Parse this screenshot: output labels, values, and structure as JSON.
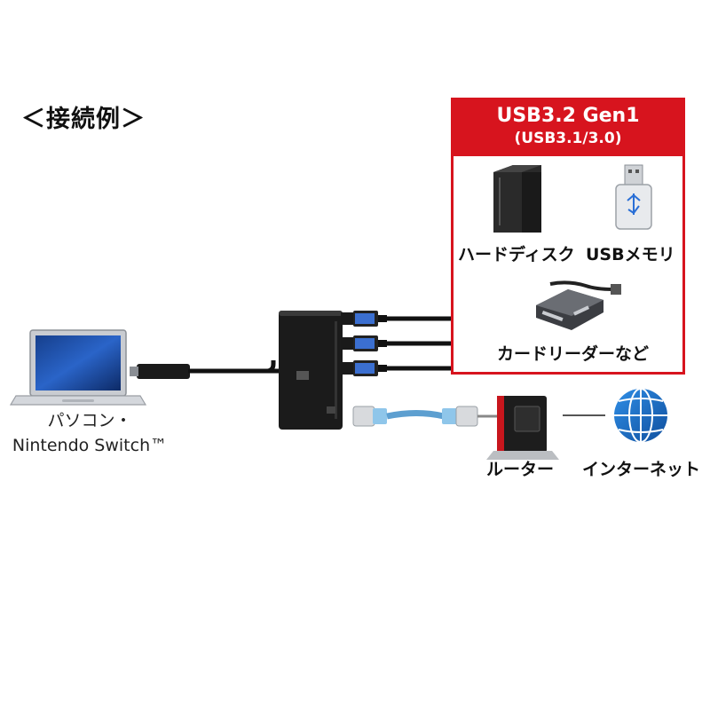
{
  "title": "＜接続例＞",
  "usb_panel": {
    "heading": "USB3.2 Gen1",
    "subheading": "(USB3.1/3.0)",
    "devices": [
      {
        "label": "ハードディスク",
        "icon": "hard-disk-icon"
      },
      {
        "label": "USBメモリ",
        "icon": "usb-memory-icon"
      },
      {
        "label": "カードリーダーなど",
        "icon": "card-reader-icon"
      }
    ]
  },
  "pc": {
    "line1": "パソコン・",
    "line2": "Nintendo Switch™",
    "icon": "laptop-icon"
  },
  "router": {
    "label": "ルーター",
    "icon": "router-icon"
  },
  "internet": {
    "label": "インターネット",
    "icon": "globe-icon"
  },
  "colors": {
    "accent": "#d7141e",
    "cable": "#111111",
    "usb_port": "#2a6fd6",
    "lan_cable": "#8fc6ea",
    "globe": "#1f6fc2"
  }
}
